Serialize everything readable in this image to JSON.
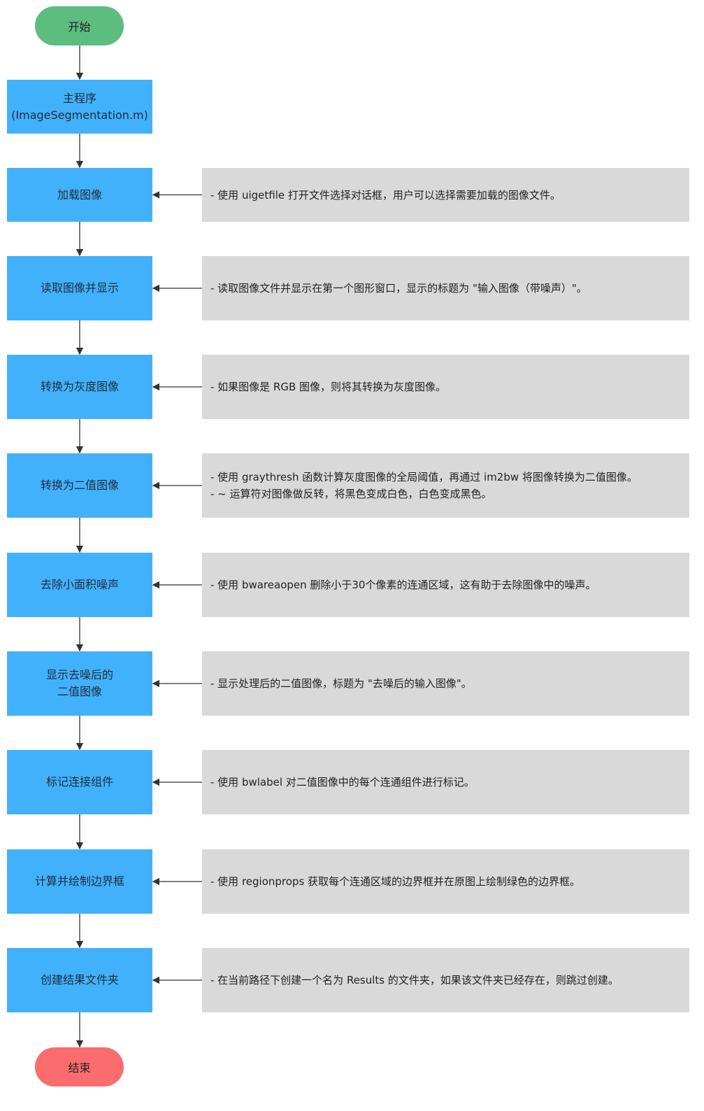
{
  "start": {
    "label": "开始"
  },
  "end": {
    "label": "结束"
  },
  "steps": [
    {
      "label": "主程序\n(ImageSegmentation.m)",
      "notes": []
    },
    {
      "label": "加载图像",
      "notes": [
        "- 使用 uigetfile 打开文件选择对话框，用户可以选择需要加载的图像文件。"
      ]
    },
    {
      "label": "读取图像并显示",
      "notes": [
        "- 读取图像文件并显示在第一个图形窗口，显示的标题为 \"输入图像（带噪声）\"。"
      ]
    },
    {
      "label": "转换为灰度图像",
      "notes": [
        "- 如果图像是 RGB 图像，则将其转换为灰度图像。"
      ]
    },
    {
      "label": "转换为二值图像",
      "notes": [
        "- 使用 graythresh 函数计算灰度图像的全局阈值，再通过 im2bw 将图像转换为二值图像。",
        "- ~ 运算符对图像做反转，将黑色变成白色，白色变成黑色。"
      ]
    },
    {
      "label": "去除小面积噪声",
      "notes": [
        "- 使用 bwareaopen 删除小于30个像素的连通区域，这有助于去除图像中的噪声。"
      ]
    },
    {
      "label": "显示去噪后的\n二值图像",
      "notes": [
        "- 显示处理后的二值图像，标题为 \"去噪后的输入图像\"。"
      ]
    },
    {
      "label": "标记连接组件",
      "notes": [
        "- 使用 bwlabel 对二值图像中的每个连通组件进行标记。"
      ]
    },
    {
      "label": "计算并绘制边界框",
      "notes": [
        "- 使用 regionprops 获取每个连通区域的边界框并在原图上绘制绿色的边界框。"
      ]
    },
    {
      "label": "创建结果文件夹",
      "notes": [
        "- 在当前路径下创建一个名为 Results 的文件夹，如果该文件夹已经存在，则跳过创建。"
      ]
    }
  ],
  "colors": {
    "start": "#5cbd7e",
    "end": "#fb6c6f",
    "step": "#42b1fb",
    "note": "#d9d9d9",
    "arrow": "#333333"
  }
}
